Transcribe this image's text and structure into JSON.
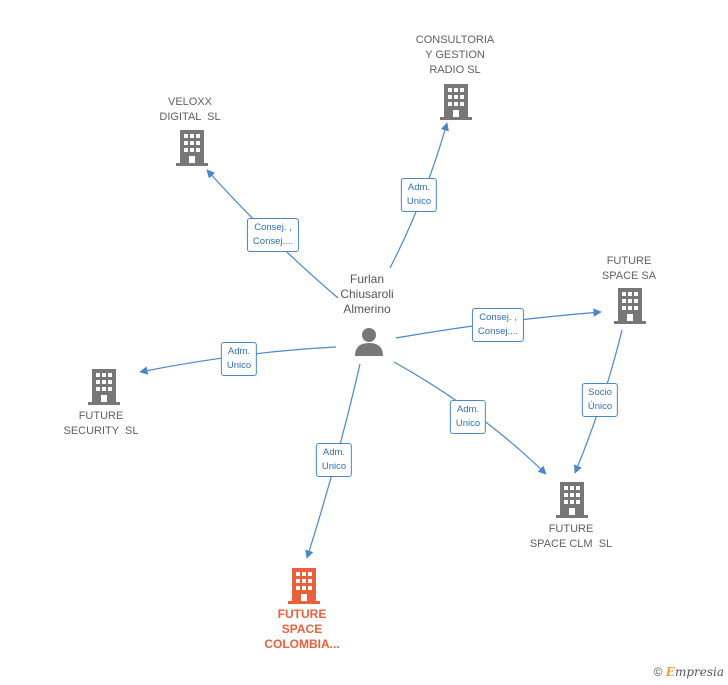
{
  "person": {
    "name": "Furlan\nChiusaroli\nAlmerino",
    "icon": "person-icon"
  },
  "companies": {
    "consultoria": {
      "name": "CONSULTORIA\nY GESTION\nRADIO SL",
      "color": "#777777"
    },
    "veloxx": {
      "name": "VELOXX\nDIGITAL  SL",
      "color": "#777777"
    },
    "future_space_sa": {
      "name": "FUTURE\nSPACE SA",
      "color": "#777777"
    },
    "future_security": {
      "name": "FUTURE\nSECURITY  SL",
      "color": "#777777"
    },
    "future_space_clm": {
      "name": "FUTURE\nSPACE CLM  SL",
      "color": "#777777"
    },
    "future_space_colombia": {
      "name": "FUTURE\nSPACE\nCOLOMBIA...",
      "color": "#e8603c"
    }
  },
  "edges": {
    "consultoria": "Adm.\nUnico",
    "veloxx": "Consej. ,\nConsej....",
    "future_space_sa": "Consej. ,\nConsej....",
    "future_security": "Adm.\nUnico",
    "future_space_clm": "Adm.\nUnico",
    "future_space_colombia": "Adm.\nUnico",
    "sa_to_clm": "Socio\nÚnico"
  },
  "colors": {
    "edge": "#4a86c8",
    "building": "#777777",
    "highlight": "#e8603c"
  },
  "footer": {
    "copyright": "©",
    "brand_first": "E",
    "brand_rest": "mpresia"
  }
}
